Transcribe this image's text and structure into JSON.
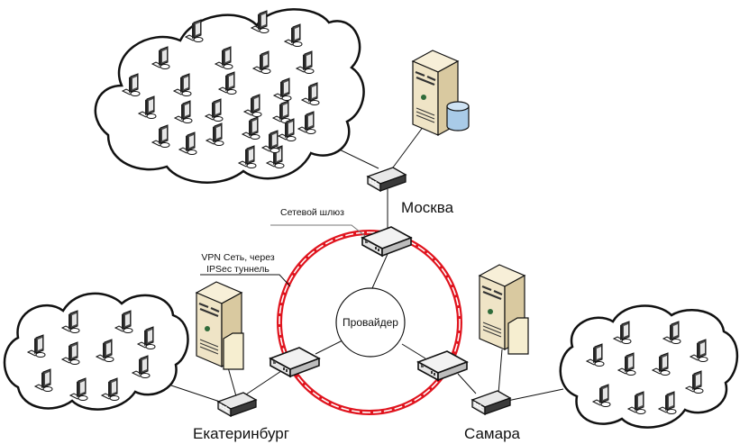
{
  "diagram": {
    "title": "VPN network of three offices over a provider",
    "labels": {
      "gateway": "Сетевой шлюз",
      "vpn_line1": "VPN Сеть, через",
      "vpn_line2": "IPSec туннель",
      "provider": "Провайдер"
    },
    "colors": {
      "vpn_ring": "#e0141e",
      "server_body": "#efe4c6",
      "database": "#a9cbe8",
      "line": "#111111"
    },
    "sites": [
      {
        "id": "moscow",
        "name": "Москва",
        "workstations": 26,
        "server": "database-server"
      },
      {
        "id": "ekaterinburg",
        "name": "Екатеринбург",
        "workstations": 10,
        "server": "file-server"
      },
      {
        "id": "samara",
        "name": "Самара",
        "workstations": 10,
        "server": "file-server"
      }
    ],
    "connections": [
      [
        "moscow-lan-cloud",
        "moscow-switch"
      ],
      [
        "moscow-server",
        "moscow-switch"
      ],
      [
        "moscow-switch",
        "moscow-gateway"
      ],
      [
        "moscow-gateway",
        "provider"
      ],
      [
        "ekaterinburg-lan-cloud",
        "ekaterinburg-switch"
      ],
      [
        "ekaterinburg-server",
        "ekaterinburg-switch"
      ],
      [
        "ekaterinburg-switch",
        "ekaterinburg-gateway"
      ],
      [
        "ekaterinburg-gateway",
        "provider"
      ],
      [
        "samara-lan-cloud",
        "samara-switch"
      ],
      [
        "samara-server",
        "samara-switch"
      ],
      [
        "samara-switch",
        "samara-gateway"
      ],
      [
        "samara-gateway",
        "provider"
      ]
    ]
  }
}
